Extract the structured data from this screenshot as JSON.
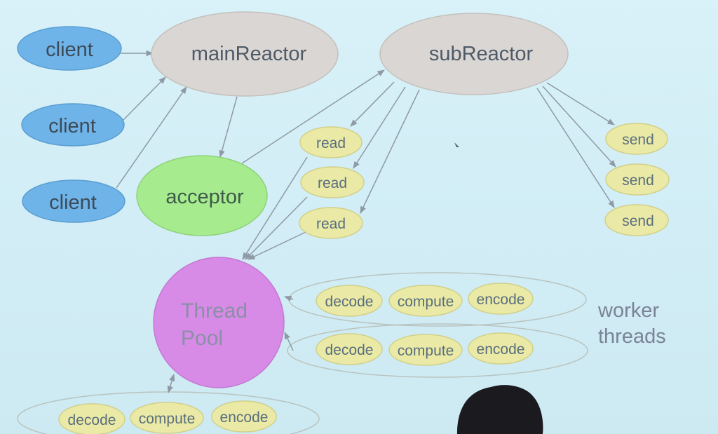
{
  "nodes": {
    "client_1": "client",
    "client_2": "client",
    "client_3": "client",
    "main_reactor": "mainReactor",
    "sub_reactor": "subReactor",
    "acceptor": "acceptor",
    "read_1": "read",
    "read_2": "read",
    "read_3": "read",
    "send_1": "send",
    "send_2": "send",
    "send_3": "send",
    "thread_pool_line1": "Thread",
    "thread_pool_line2": "Pool"
  },
  "worker_rows": [
    {
      "decode": "decode",
      "compute": "compute",
      "encode": "encode"
    },
    {
      "decode": "decode",
      "compute": "compute",
      "encode": "encode"
    }
  ],
  "bottom_row": {
    "decode": "decode",
    "compute": "compute",
    "encode": "encode"
  },
  "worker_threads_label": {
    "line1": "worker",
    "line2": "threads"
  },
  "colors": {
    "client": "#6fb4e8",
    "reactor": "#d9d6d4",
    "acceptor": "#a6ec8e",
    "task": "#eaeaa6",
    "thread_pool": "#d78be6",
    "text_dark": "#5a6e7e",
    "arrow": "#8e9aa6"
  }
}
